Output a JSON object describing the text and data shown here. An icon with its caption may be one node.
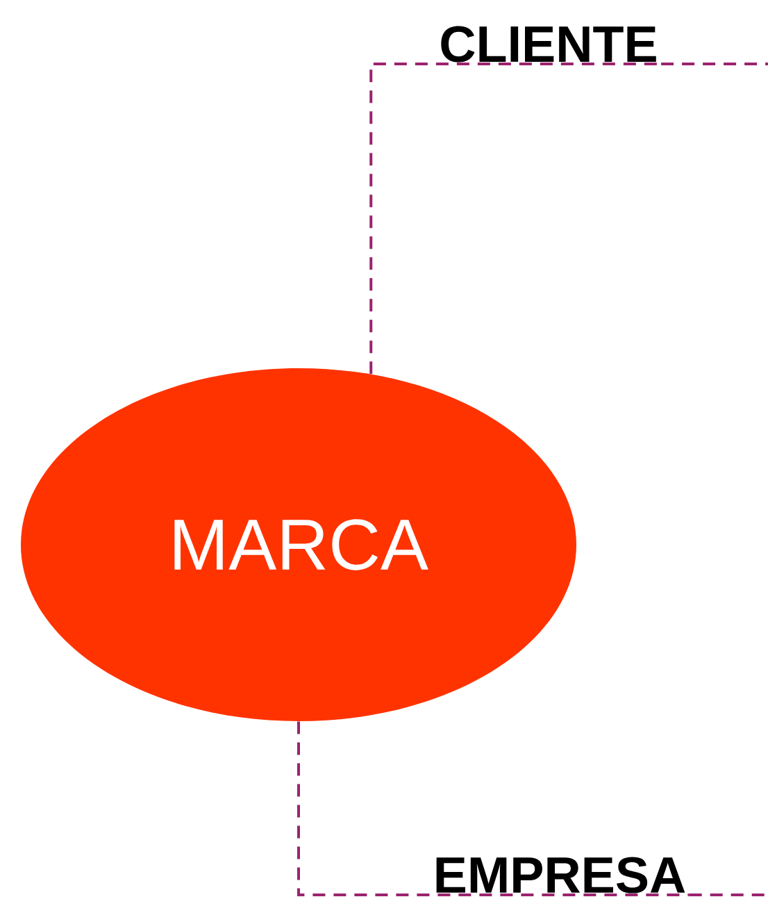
{
  "diagram": {
    "nodes": [
      {
        "text": [
          "MARCA"
        ]
      },
      {
        "text": [
          "CLIENTE"
        ]
      },
      {
        "text": [
          "EMPRESA"
        ]
      }
    ],
    "edges": [
      {
        "from": 0,
        "to": 1,
        "arrow": "none",
        "style": "dashed"
      },
      {
        "from": 0,
        "to": 2,
        "arrow": "none",
        "style": "dashed"
      }
    ]
  }
}
